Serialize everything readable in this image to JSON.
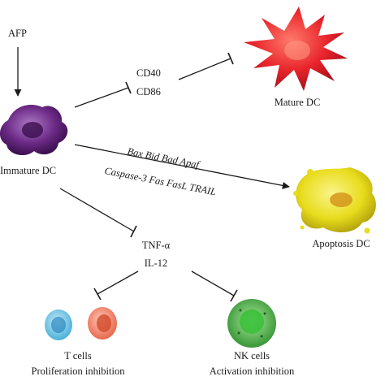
{
  "labels": {
    "afp": "AFP",
    "immature_dc": "Immature DC",
    "mature_dc": "Mature DC",
    "apoptosis_dc": "Apoptosis DC",
    "t_cells": "T cells",
    "t_cells_effect": "Proliferation inhibition",
    "nk_cells": "NK cells",
    "nk_cells_effect": "Activation inhibition"
  },
  "markers": {
    "maturation": [
      "CD40",
      "CD86"
    ],
    "apoptosis_line1": "Bax Bid Bad Apaf",
    "apoptosis_line2": "Caspase-3 Fas FasL TRAIL",
    "cytokines": [
      "TNF-α",
      "IL-12"
    ]
  },
  "colors": {
    "immature_dc": "#6b2a86",
    "mature_dc": "#e8242b",
    "apoptosis_dc": "#e8dc1c",
    "t_cell_blue": "#4ab0d8",
    "t_cell_red": "#e8674a",
    "nk_cell": "#3aa83a",
    "arrow": "#1a1a1a"
  }
}
